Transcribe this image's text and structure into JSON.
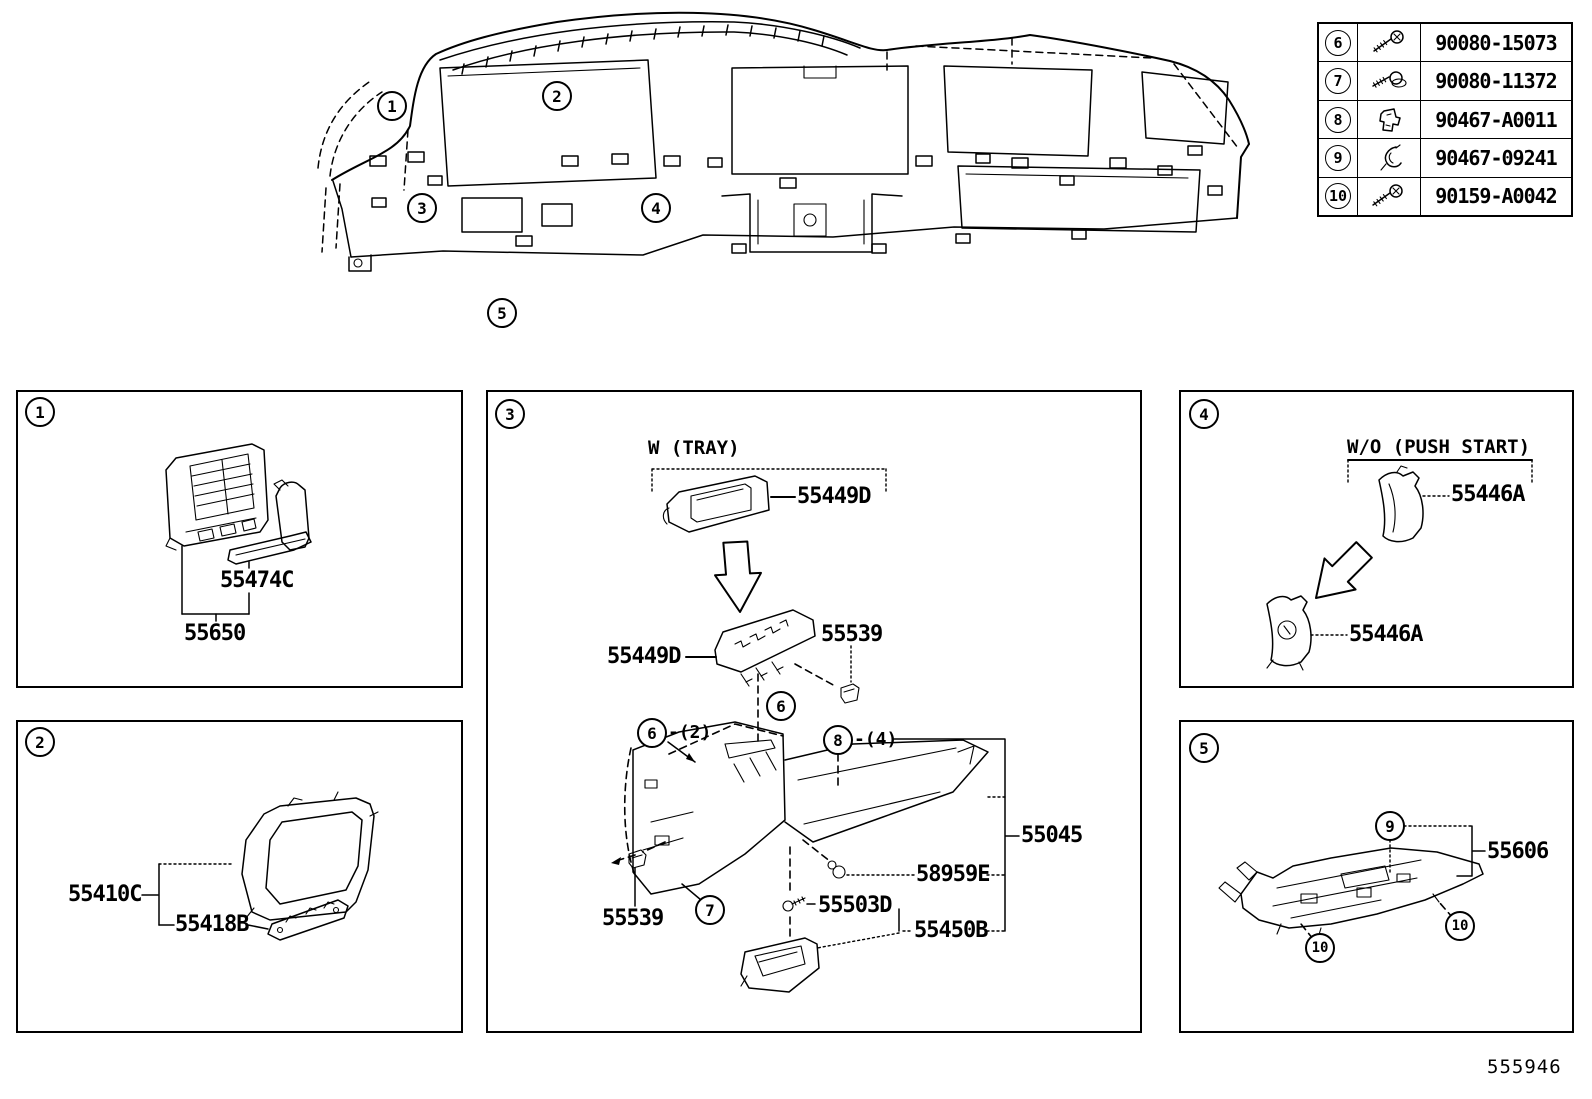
{
  "page": {
    "footer_code": "555946"
  },
  "overview": {
    "callouts": [
      {
        "num": "1"
      },
      {
        "num": "2"
      },
      {
        "num": "3"
      },
      {
        "num": "4"
      },
      {
        "num": "5"
      }
    ]
  },
  "fastener_table": {
    "rows": [
      {
        "ref": "6",
        "icon": "machine-screw-icon",
        "part_number": "90080-15073"
      },
      {
        "ref": "7",
        "icon": "screw-with-washer-icon",
        "part_number": "90080-11372"
      },
      {
        "ref": "8",
        "icon": "retainer-clip-icon",
        "part_number": "90467-A0011"
      },
      {
        "ref": "9",
        "icon": "spring-clip-icon",
        "part_number": "90467-09241"
      },
      {
        "ref": "10",
        "icon": "tapping-screw-icon",
        "part_number": "90159-A0042"
      }
    ]
  },
  "panel1": {
    "ref": "1",
    "part_55474c": "55474C",
    "part_55650": "55650"
  },
  "panel2": {
    "ref": "2",
    "part_55410c": "55410C",
    "part_55418b": "55418B"
  },
  "panel3": {
    "ref": "3",
    "variant_note": "W (TRAY)",
    "part_55449d_top": "55449D",
    "part_55449d_bottom": "55449D",
    "part_55539_upper": "55539",
    "part_55539_lower": "55539",
    "part_55045": "55045",
    "part_58959e": "58959E",
    "part_55503d": "55503D",
    "part_55450b": "55450B",
    "callout_6_qty": {
      "num": "6",
      "qty": "-(2)"
    },
    "callout_6": {
      "num": "6"
    },
    "callout_8_qty": {
      "num": "8",
      "qty": "-(4)"
    },
    "callout_7": {
      "num": "7"
    }
  },
  "panel4": {
    "ref": "4",
    "variant_note": "W/O (PUSH START)",
    "part_55446a_top": "55446A",
    "part_55446a_bottom": "55446A"
  },
  "panel5": {
    "ref": "5",
    "part_55606": "55606",
    "callout_9": {
      "num": "9"
    },
    "callout_10_left": {
      "num": "10"
    },
    "callout_10_right": {
      "num": "10"
    }
  }
}
